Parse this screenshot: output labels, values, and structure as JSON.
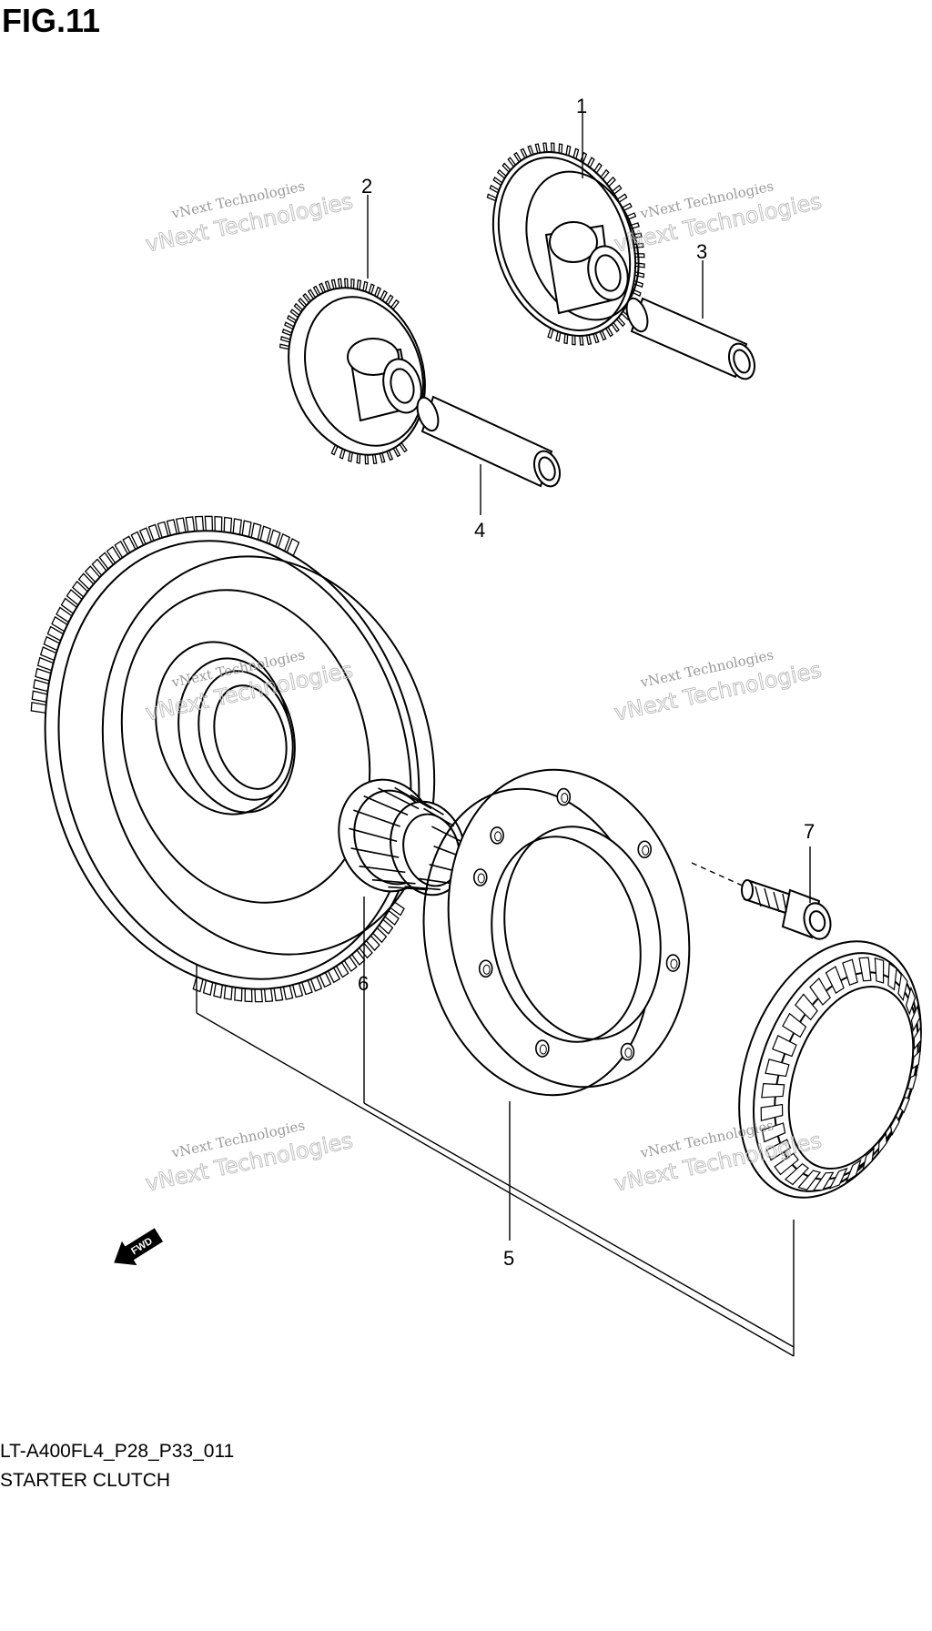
{
  "figure": {
    "title": "FIG.11",
    "code": "LT-A400FL4_P28_P33_011",
    "caption": "STARTER CLUTCH"
  },
  "callouts": [
    {
      "id": "1",
      "label": "1"
    },
    {
      "id": "2",
      "label": "2"
    },
    {
      "id": "3",
      "label": "3"
    },
    {
      "id": "4",
      "label": "4"
    },
    {
      "id": "5",
      "label": "5"
    },
    {
      "id": "6",
      "label": "6"
    },
    {
      "id": "7",
      "label": "7"
    }
  ],
  "watermark": {
    "line1": "vNext Technologies",
    "line2": "vNext Technologies"
  },
  "fwd_label": "FWD",
  "icons": {
    "fwd_arrow": "fwd-arrow-icon"
  }
}
